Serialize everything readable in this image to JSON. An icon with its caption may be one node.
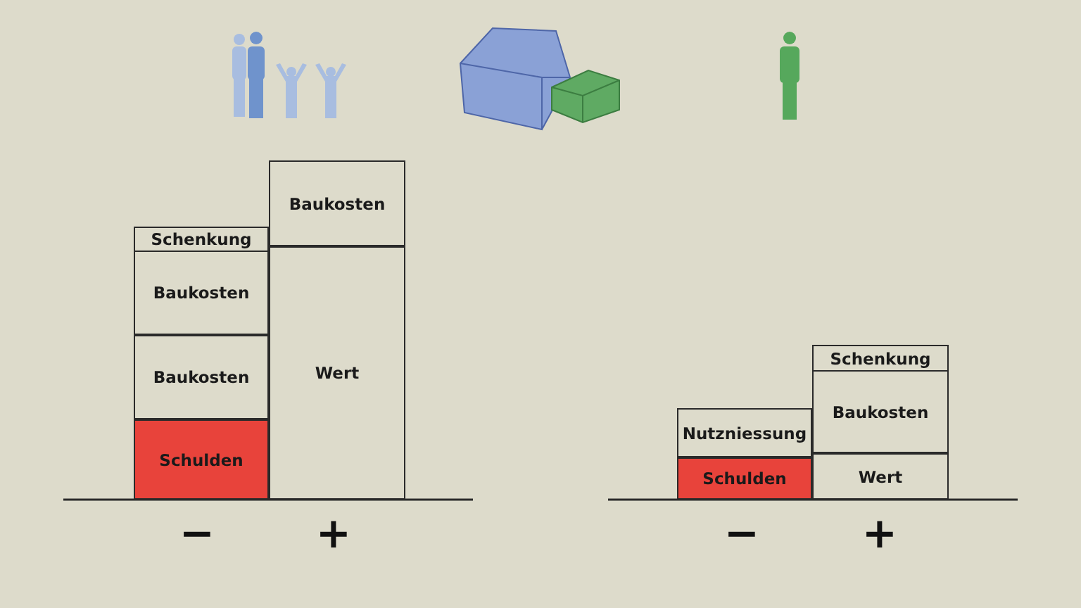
{
  "diagram": {
    "nodes": [
      {
        "text": [
          "Baukosten"
        ]
      },
      {
        "text": [
          "Schenkung"
        ]
      },
      {
        "text": [
          "Baukosten"
        ]
      },
      {
        "text": [
          "Baukosten"
        ]
      },
      {
        "text": [
          "Wert"
        ]
      },
      {
        "text": [
          "Schulden"
        ]
      },
      {
        "text": [
          "Schenkung"
        ]
      },
      {
        "text": [
          "Baukosten"
        ]
      },
      {
        "text": [
          "Nutzniessung"
        ]
      },
      {
        "text": [
          "Schulden"
        ]
      },
      {
        "text": [
          "Wert"
        ]
      }
    ],
    "labels": [
      "−",
      "+",
      "−",
      "+"
    ]
  }
}
